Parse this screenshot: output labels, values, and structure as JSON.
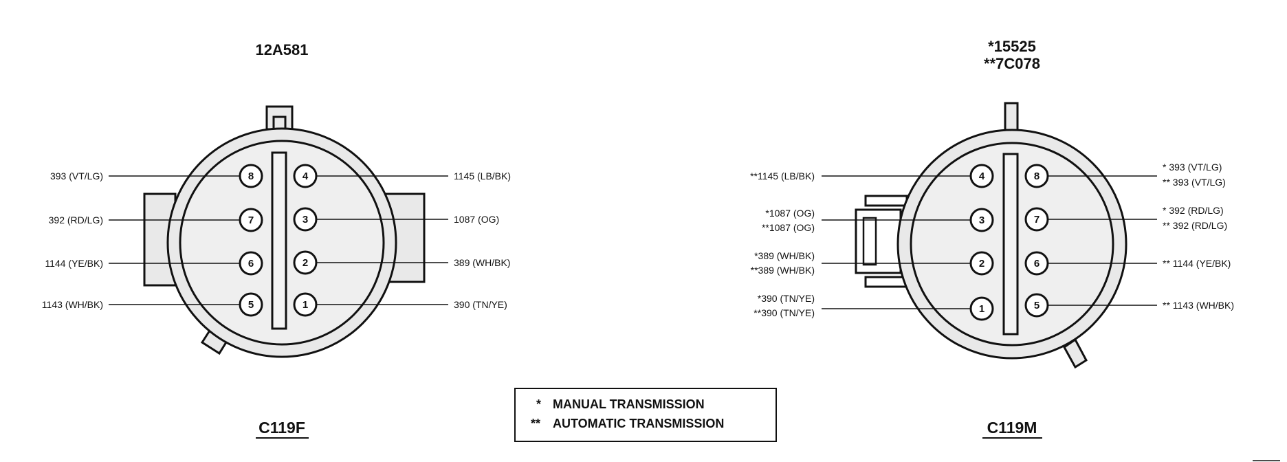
{
  "legend": {
    "manual_marker": "*",
    "manual_text": "MANUAL TRANSMISSION",
    "auto_marker": "**",
    "auto_text": "AUTOMATIC TRANSMISSION"
  },
  "connectors": [
    {
      "part_lines": [
        "12A581"
      ],
      "connector_id": "C119F",
      "pins": [
        {
          "num": "8",
          "labels": [
            "393 (VT/LG)"
          ]
        },
        {
          "num": "7",
          "labels": [
            "392 (RD/LG)"
          ]
        },
        {
          "num": "6",
          "labels": [
            "1144 (YE/BK)"
          ]
        },
        {
          "num": "5",
          "labels": [
            "1143 (WH/BK)"
          ]
        },
        {
          "num": "4",
          "labels": [
            "1145 (LB/BK)"
          ]
        },
        {
          "num": "3",
          "labels": [
            "1087 (OG)"
          ]
        },
        {
          "num": "2",
          "labels": [
            "389 (WH/BK)"
          ]
        },
        {
          "num": "1",
          "labels": [
            "390 (TN/YE)"
          ]
        }
      ]
    },
    {
      "part_lines": [
        "*15525",
        "**7C078"
      ],
      "connector_id": "C119M",
      "pins": [
        {
          "num": "4",
          "labels": [
            "**1145 (LB/BK)"
          ]
        },
        {
          "num": "3",
          "labels": [
            "*1087 (OG)",
            "**1087 (OG)"
          ]
        },
        {
          "num": "2",
          "labels": [
            "*389 (WH/BK)",
            "**389 (WH/BK)"
          ]
        },
        {
          "num": "1",
          "labels": [
            "*390 (TN/YE)",
            "**390 (TN/YE)"
          ]
        },
        {
          "num": "8",
          "labels": [
            "* 393 (VT/LG)",
            "** 393 (VT/LG)"
          ]
        },
        {
          "num": "7",
          "labels": [
            "* 392 (RD/LG)",
            "** 392 (RD/LG)"
          ]
        },
        {
          "num": "6",
          "labels": [
            "** 1144 (YE/BK)"
          ]
        },
        {
          "num": "5",
          "labels": [
            "** 1143 (WH/BK)"
          ]
        }
      ]
    }
  ]
}
